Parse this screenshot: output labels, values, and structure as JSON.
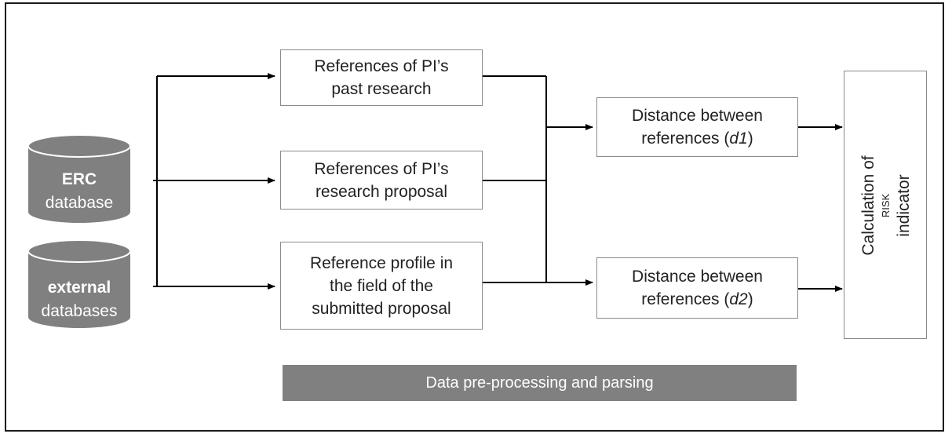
{
  "databases": {
    "erc": {
      "bold": "ERC",
      "normal": "database"
    },
    "external": {
      "bold": "external",
      "normal": "databases"
    }
  },
  "inputs": {
    "past": "References of PI’s\npast research",
    "proposal": "References of PI’s\nresearch proposal",
    "profile": "Reference profile in\nthe field of the\nsubmitted proposal"
  },
  "distance": {
    "d1_prefix": "Distance between\nreferences (",
    "d1_var": "d1",
    "d2_prefix": "Distance between\nreferences (",
    "d2_var": "d2",
    "suffix": ")"
  },
  "output": {
    "line1": "Calculation of",
    "line2": "RISK",
    "line3": "indicator"
  },
  "footer": {
    "label": "Data pre-processing and parsing"
  },
  "colors": {
    "cylinder": "#808080",
    "box_border": "#8a8a8a",
    "bar": "#808080",
    "line": "#000000"
  }
}
